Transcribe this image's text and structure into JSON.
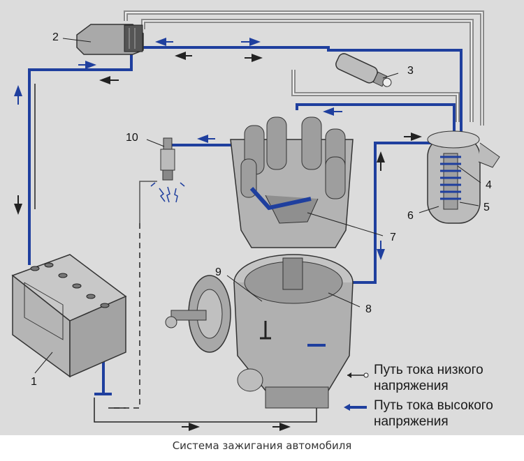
{
  "labels": {
    "n1": "1",
    "n2": "2",
    "n3": "3",
    "n4": "4",
    "n5": "5",
    "n6": "6",
    "n7": "7",
    "n8": "8",
    "n9": "9",
    "n10": "10"
  },
  "legend": {
    "low_line1": "Путь тока низкого",
    "low_line2": "напряжения",
    "high_line1": "Путь тока высокого",
    "high_line2": "напряжения"
  },
  "caption": "Система зажигания автомобиля",
  "colors": {
    "background": "#dcdcdc",
    "high_voltage": "#1f3f9e",
    "low_voltage_wire": "#8a8a8a",
    "part_fill": "#b9b9b9",
    "part_dark": "#6d6d6d"
  }
}
